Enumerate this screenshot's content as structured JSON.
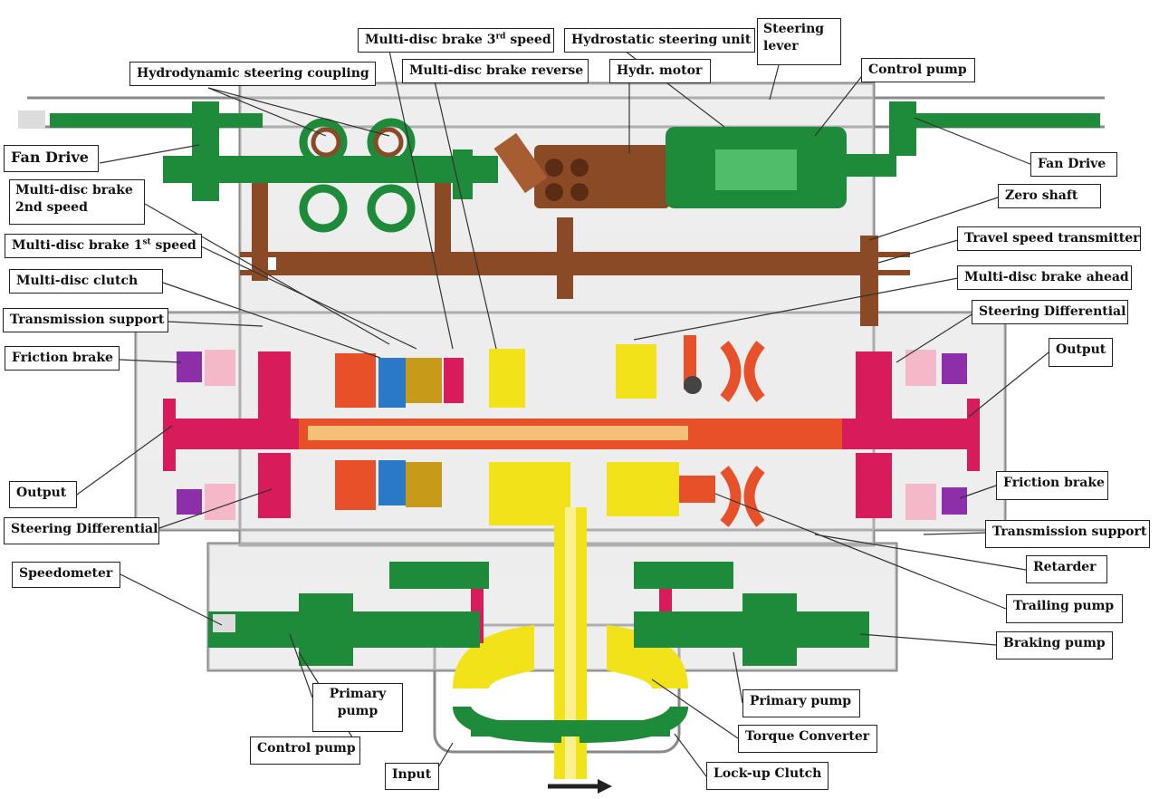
{
  "labels": {
    "hydrodynamic_steering_coupling": "Hydrodynamic steering coupling",
    "multidisc_brake_3rd": {
      "pre": "Multi-disc brake 3",
      "sup": "rd",
      "post": " speed"
    },
    "multidisc_brake_reverse": "Multi-disc brake reverse",
    "hydrostatic_steering_unit": "Hydrostatic steering unit",
    "hydr_motor": "Hydr. motor",
    "steering_lever": "Steering\nlever",
    "control_pump_top": "Control pump",
    "fan_drive_left": "Fan Drive",
    "fan_drive_right": "Fan Drive",
    "multidisc_brake_2nd": "Multi-disc brake\n2nd speed",
    "zero_shaft": "Zero shaft",
    "multidisc_brake_1st": {
      "pre": "Multi-disc brake 1",
      "sup": "st",
      "post": " speed"
    },
    "travel_speed_transmitter": "Travel speed transmitter",
    "multidisc_clutch": "Multi-disc clutch",
    "multidisc_brake_ahead": "Multi-disc brake ahead",
    "transmission_support_left": "Transmission support",
    "steering_differential_right": "Steering Differential",
    "friction_brake_left": "Friction brake",
    "output_right": "Output",
    "output_left": "Output",
    "friction_brake_right": "Friction brake",
    "steering_differential_left": "Steering Differential",
    "transmission_support_right": "Transmission support",
    "speedometer": "Speedometer",
    "retarder": "Retarder",
    "trailing_pump": "Trailing pump",
    "braking_pump": "Braking pump",
    "primary_pump_left": "Primary\npump",
    "primary_pump_right": "Primary pump",
    "control_pump_bottom": "Control pump",
    "torque_converter": "Torque Converter",
    "input": "Input",
    "lockup_clutch": "Lock-up Clutch"
  },
  "colors": {
    "shaft_brown": "#8b4a26",
    "green": "#1e8b3a",
    "red_orange": "#e8502a",
    "magenta": "#d81b5a",
    "yellow": "#f2e21a",
    "blue": "#2a78c8",
    "purple": "#8c2fa8",
    "gold": "#c89a1a",
    "pink": "#f4b8c8",
    "housing_gray": "#9a9a9a"
  }
}
